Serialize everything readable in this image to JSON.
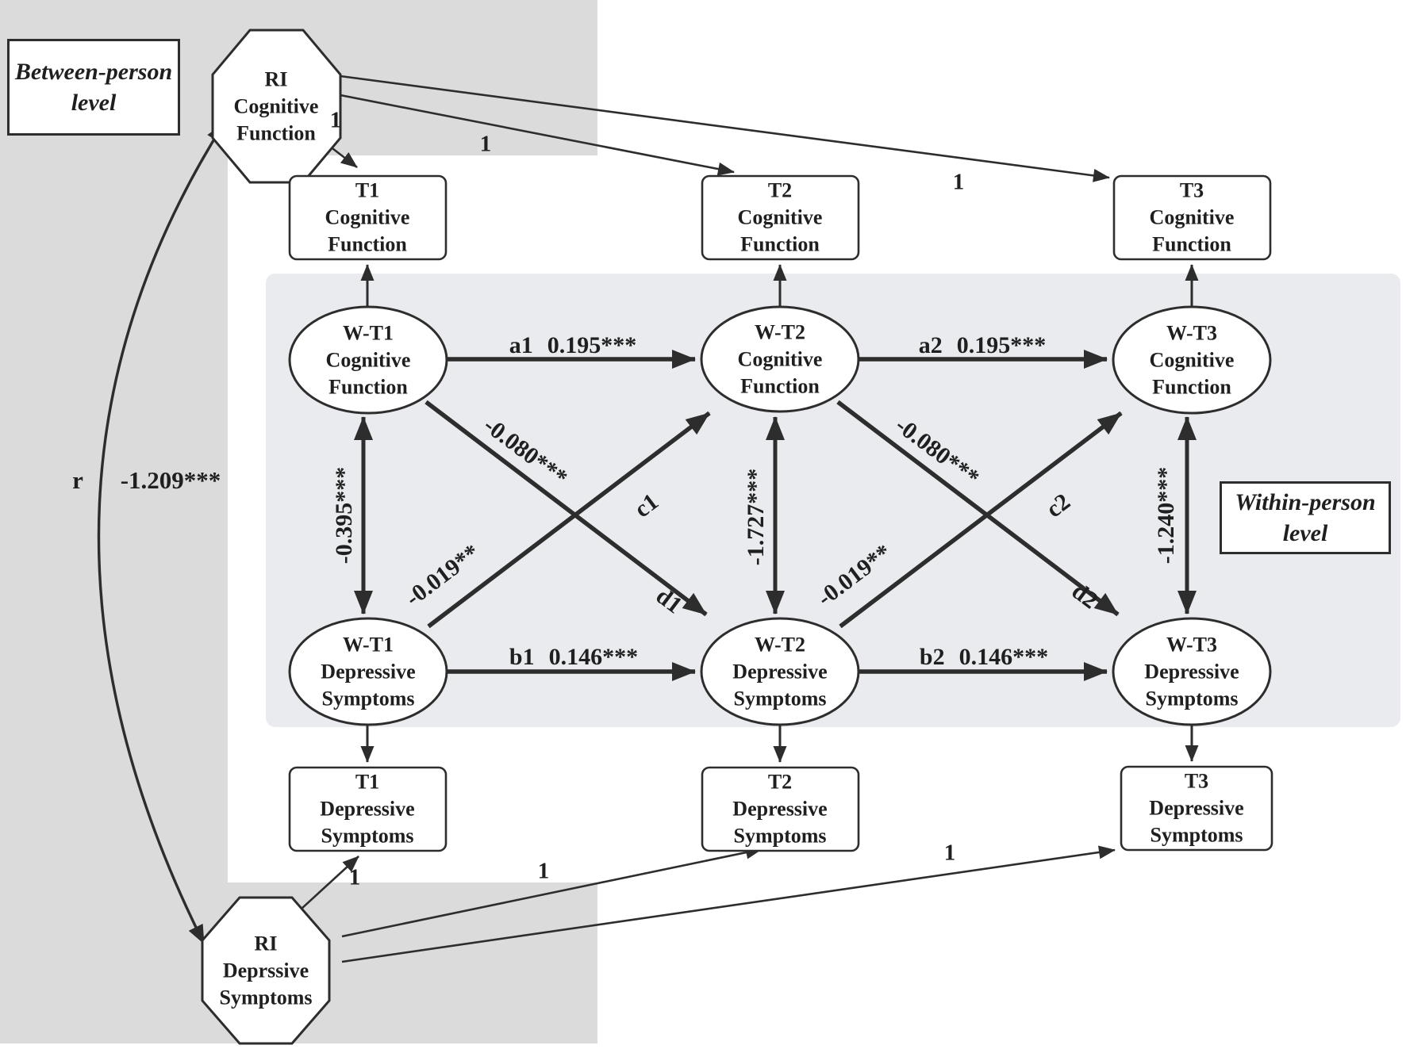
{
  "colors": {
    "backdrop_between": "#dbdbdb",
    "backdrop_within": "#e9ebee",
    "stroke": "#2d2d2d",
    "node_fill": "#ffffff"
  },
  "regions": {
    "between": {
      "lines": [
        "Between-person",
        "level"
      ]
    },
    "within": {
      "lines": [
        "Within-person",
        "level"
      ]
    }
  },
  "random_intercepts": [
    {
      "lines": [
        "RI",
        "Cognitive",
        "Function"
      ]
    },
    {
      "lines": [
        "RI",
        "Deprssive",
        "Symptoms"
      ]
    }
  ],
  "observed": [
    {
      "lines": [
        "T1",
        "Cognitive",
        "Function"
      ]
    },
    {
      "lines": [
        "T2",
        "Cognitive",
        "Function"
      ]
    },
    {
      "lines": [
        "T3",
        "Cognitive",
        "Function"
      ]
    },
    {
      "lines": [
        "T1",
        "Depressive",
        "Symptoms"
      ]
    },
    {
      "lines": [
        "T2",
        "Depressive",
        "Symptoms"
      ]
    },
    {
      "lines": [
        "T3",
        "Depressive",
        "Symptoms"
      ]
    }
  ],
  "latent": [
    {
      "lines": [
        "W-T1",
        "Cognitive",
        "Function"
      ]
    },
    {
      "lines": [
        "W-T2",
        "Cognitive",
        "Function"
      ]
    },
    {
      "lines": [
        "W-T3",
        "Cognitive",
        "Function"
      ]
    },
    {
      "lines": [
        "W-T1",
        "Depressive",
        "Symptoms"
      ]
    },
    {
      "lines": [
        "W-T2",
        "Depressive",
        "Symptoms"
      ]
    },
    {
      "lines": [
        "W-T3",
        "Depressive",
        "Symptoms"
      ]
    }
  ],
  "paths": {
    "a1": {
      "name": "a1",
      "value": "0.195***"
    },
    "a2": {
      "name": "a2",
      "value": "0.195***"
    },
    "b1": {
      "name": "b1",
      "value": "0.146***"
    },
    "b2": {
      "name": "b2",
      "value": "0.146***"
    },
    "c1": {
      "name": "c1"
    },
    "c2": {
      "name": "c2"
    },
    "d1": {
      "name": "d1"
    },
    "d2": {
      "name": "d2"
    },
    "cog_to_dep_1": "-0.080***",
    "cog_to_dep_2": "-0.080***",
    "dep_to_cog_1": "-0.019**",
    "dep_to_cog_2": "-0.019**",
    "cov_t1": "-0.395***",
    "cov_t2": "-1.727***",
    "cov_t3": "-1.240***",
    "ri_corr": {
      "symbol": "r",
      "value": "-1.209***"
    },
    "loading": "1"
  }
}
